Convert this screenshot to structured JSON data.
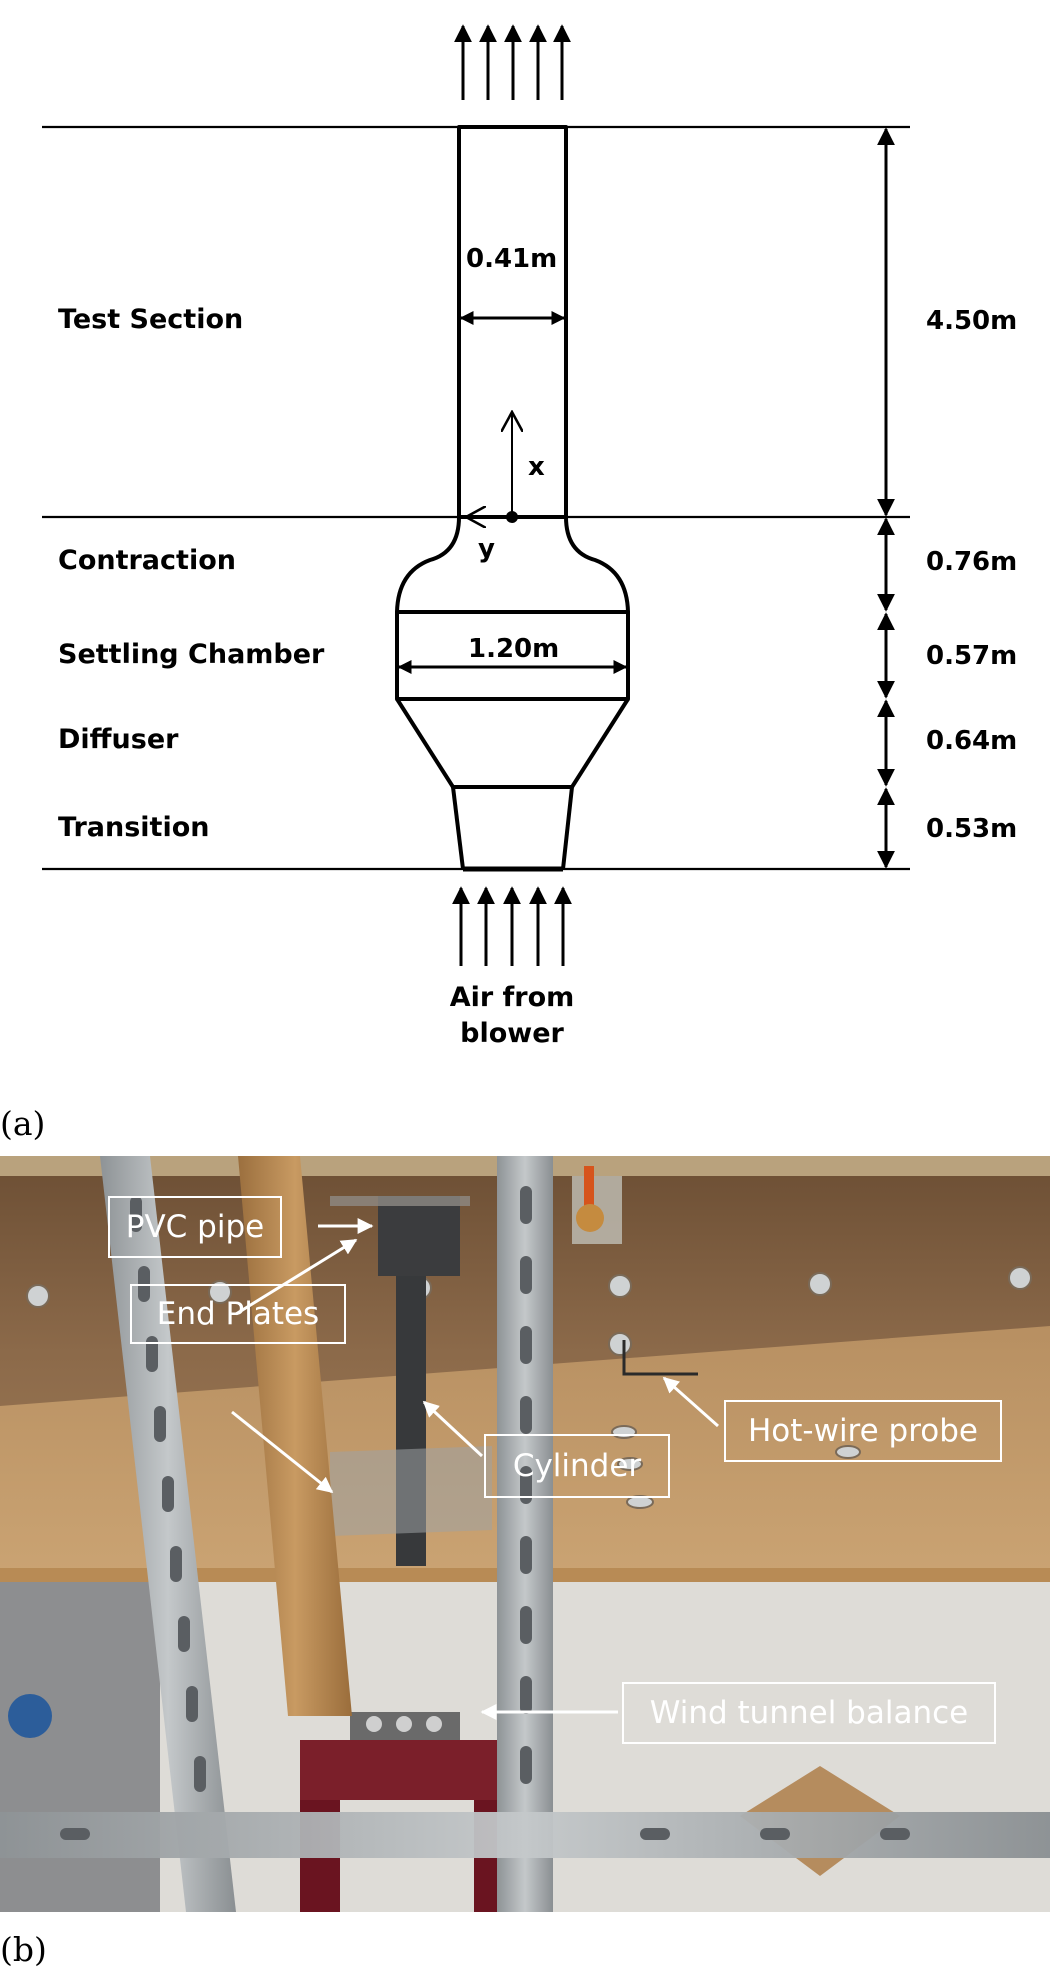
{
  "panel_a": {
    "caption": "(a)",
    "sections": {
      "test_section": "Test Section",
      "contraction": "Contraction",
      "settling_chamber": "Settling Chamber",
      "diffuser": "Diffuser",
      "transition": "Transition"
    },
    "lengths": {
      "test_section": "4.50m",
      "contraction": "0.76m",
      "settling_chamber": "0.57m",
      "diffuser": "0.64m",
      "transition": "0.53m"
    },
    "widths": {
      "test_section": "0.41m",
      "settling_chamber": "1.20m"
    },
    "axes": {
      "x": "x",
      "y": "y"
    },
    "inlet_label": [
      "Air from",
      "blower"
    ]
  },
  "panel_b": {
    "caption": "(b)",
    "callouts": {
      "pvc_pipe": "PVC pipe",
      "end_plates": "End Plates",
      "cylinder": "Cylinder",
      "hot_wire_probe": "Hot-wire probe",
      "balance": "Wind tunnel balance"
    }
  },
  "colors": {
    "line": "#000000",
    "wood": "#b88a52",
    "steel": "#a9adb0",
    "callout": "#ffffff"
  }
}
